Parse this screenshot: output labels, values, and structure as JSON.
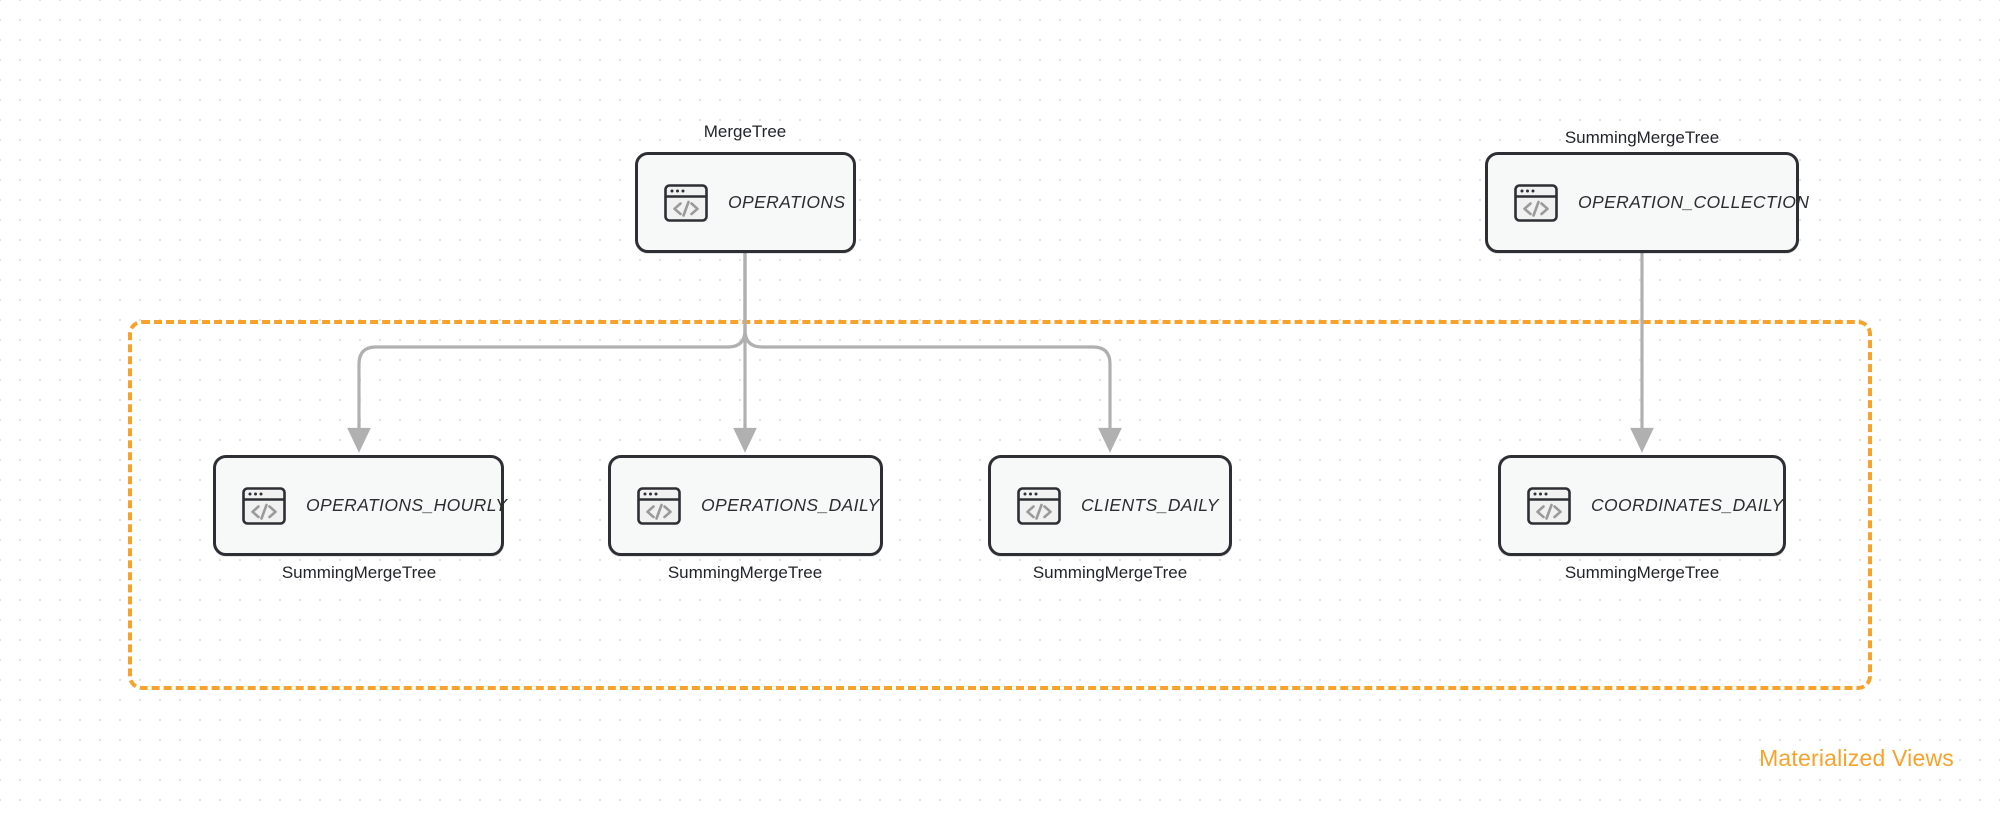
{
  "diagram": {
    "title": "ClickHouse tables and materialized views",
    "background": {
      "type": "dotted-grid",
      "dot_color": "#e3e2e4",
      "page_color": "#ffffff"
    },
    "accent_color": "#f7a32b",
    "node_border_color": "#2d2f34",
    "node_fill_color": "#f7f8f8",
    "edge_color": "#b0b0b0"
  },
  "region": {
    "name": "materialized-views-region",
    "caption": "Materialized Views",
    "style": "dashed",
    "color": "#f7a32b"
  },
  "nodes": {
    "operations": {
      "label": "OPERATIONS",
      "engine": "MergeTree",
      "engine_position": "above",
      "icon": "code-window-icon"
    },
    "operation_collection": {
      "label": "OPERATION_COLLECTION",
      "engine": "SummingMergeTree",
      "engine_position": "above",
      "icon": "code-window-icon"
    },
    "operations_hourly": {
      "label": "OPERATIONS_HOURLY",
      "engine": "SummingMergeTree",
      "engine_position": "below",
      "icon": "code-window-icon"
    },
    "operations_daily": {
      "label": "OPERATIONS_DAILY",
      "engine": "SummingMergeTree",
      "engine_position": "below",
      "icon": "code-window-icon"
    },
    "clients_daily": {
      "label": "CLIENTS_DAILY",
      "engine": "SummingMergeTree",
      "engine_position": "below",
      "icon": "code-window-icon"
    },
    "coordinates_daily": {
      "label": "COORDINATES_DAILY",
      "engine": "SummingMergeTree",
      "engine_position": "below",
      "icon": "code-window-icon"
    }
  },
  "edges": [
    {
      "from": "operations",
      "to": "operations_hourly"
    },
    {
      "from": "operations",
      "to": "operations_daily"
    },
    {
      "from": "operations",
      "to": "clients_daily"
    },
    {
      "from": "operation_collection",
      "to": "coordinates_daily"
    }
  ]
}
